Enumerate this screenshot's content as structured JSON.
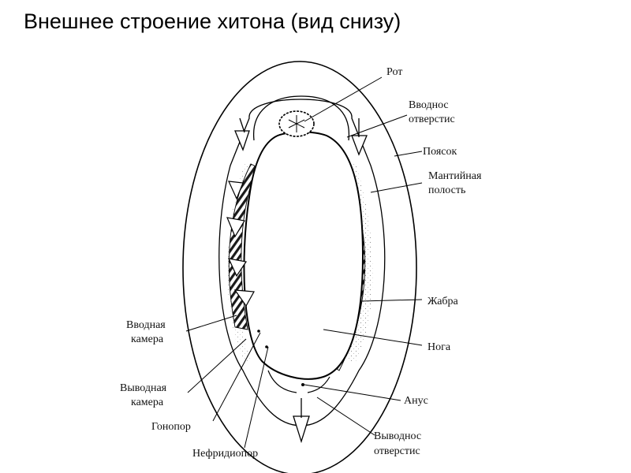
{
  "title": "Внешнее строение хитона (вид снизу)",
  "labels": {
    "mouth": "Рот",
    "inlet_1": "Вводнос",
    "inlet_2": "отверстис",
    "girdle": "Поясок",
    "mantle_1": "Мантийная",
    "mantle_2": "полость",
    "gill": "Жабра",
    "foot": "Нога",
    "anus": "Анус",
    "outlet_1": "Выводнос",
    "outlet_2": "отверстис",
    "nephridiopore": "Нефридиопор",
    "gonopore": "Гонопор",
    "out_chamber_1": "Выводная",
    "out_chamber_2": "камера",
    "in_chamber_1": "Вводная",
    "in_chamber_2": "камера"
  }
}
